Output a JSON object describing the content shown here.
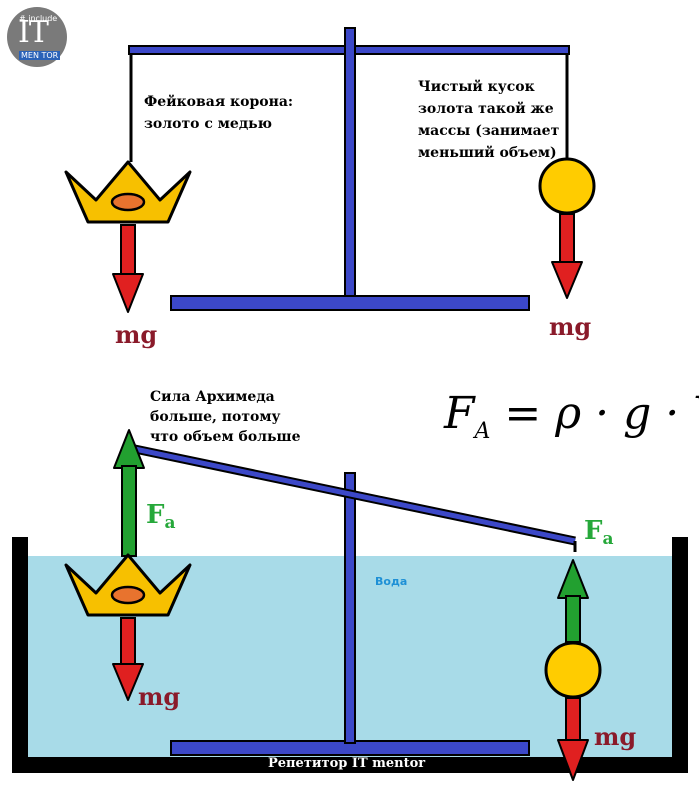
{
  "logo": {
    "include": "# include",
    "it": "IT",
    "mentor": "MEN TOR"
  },
  "top": {
    "crown_label": "Фейковая корона:\nзолото с медью",
    "gold_label": "Чистый кусок\nзолота такой же\nмассы (занимает\nменьший объем)",
    "mg_left": "mg",
    "mg_right": "mg"
  },
  "bottom": {
    "archimedes_label": "Сила Архимеда\nбольше, потому\nчто объем больше",
    "formula": {
      "F": "F",
      "sub": "A",
      "rest": " = ρ · g · V"
    },
    "fa_left": {
      "main": "F",
      "sub": "a"
    },
    "fa_right": {
      "main": "F",
      "sub": "a"
    },
    "water_label": "Вода",
    "mg_left": "mg",
    "mg_right": "mg",
    "footer": "Репетитор IT mentor"
  },
  "colors": {
    "beam": "#3c48c8",
    "water": "#a8dbe8",
    "crown": "#f7c000",
    "gold": "#ffcc00",
    "arrow_down": "#e02020",
    "arrow_up": "#22a030",
    "text_mg": "#8a1a2a",
    "text_fa": "#26a83a"
  }
}
